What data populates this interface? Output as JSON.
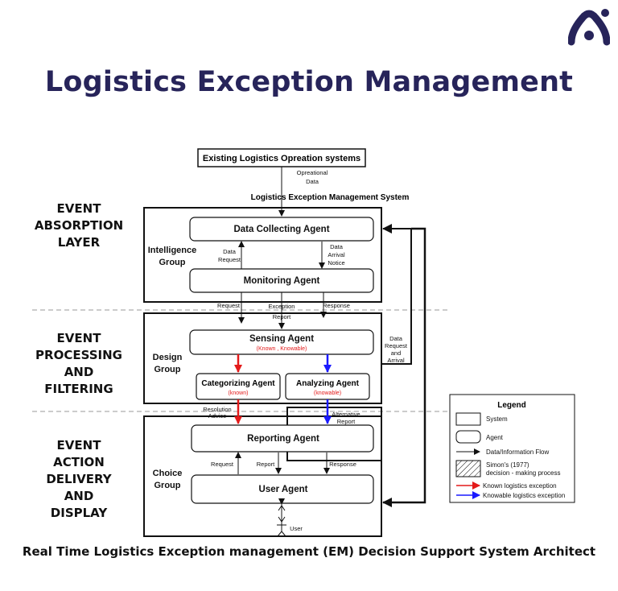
{
  "header": {
    "title": "Logistics Exception Management",
    "logo_icon": "brand-logo-icon",
    "brand_color": "#27245a"
  },
  "diagram": {
    "top_box": "Existing Logistics Opreation systems",
    "operational_data": [
      "Opreational",
      "Data"
    ],
    "system_title": "Logistics Exception Management System",
    "layers": {
      "absorption": [
        "EVENT",
        "ABSORPTION",
        "LAYER"
      ],
      "processing": [
        "EVENT",
        "PROCESSING",
        "AND",
        "FILTERING"
      ],
      "delivery": [
        "EVENT",
        "ACTION",
        "DELIVERY",
        "AND",
        "DISPLAY"
      ]
    },
    "groups": {
      "intelligence": [
        "Intelligence",
        "Group"
      ],
      "design": [
        "Design",
        "Group"
      ],
      "choice": [
        "Choice",
        "Group"
      ]
    },
    "agents": {
      "data_collecting": "Data Collecting Agent",
      "monitoring": "Monitoring Agent",
      "sensing": "Sensing Agent",
      "sensing_sub": "(Known , Knowable)",
      "categorizing": "Categorizing Agent",
      "categorizing_sub": "(known)",
      "analyzing": "Analyzing Agent",
      "analyzing_sub": "(knowable)",
      "reporting": "Reporting Agent",
      "user": "User Agent"
    },
    "flow_labels": {
      "data_request": [
        "Data",
        "Request"
      ],
      "data_arrival": [
        "Data",
        "Arrival",
        "Notice"
      ],
      "request1": "Request",
      "exception_report": [
        "Exception",
        "Report"
      ],
      "response1": "Response",
      "side_data_request": [
        "Data",
        "Request",
        "and",
        "Arrival"
      ],
      "resolution_advice": [
        "Resolution",
        "Advice"
      ],
      "alternative_report": [
        "Alternative",
        "Report"
      ],
      "request2": "Request",
      "report2": "Report",
      "response2": "Response",
      "user": "User"
    },
    "legend": {
      "title": "Legend",
      "system": "System",
      "agent": "Agent",
      "flow": "Data/Information Flow",
      "simon": [
        "Simon's (1977)",
        "decision - making process"
      ],
      "known": "Known logistics exception",
      "knowable": "Knowable logistics exception"
    },
    "colors": {
      "known": "#e31a1a",
      "knowable": "#1a1aff"
    }
  },
  "footer": {
    "caption": "Real Time Logistics Exception management (EM) Decision Support System Architect"
  }
}
